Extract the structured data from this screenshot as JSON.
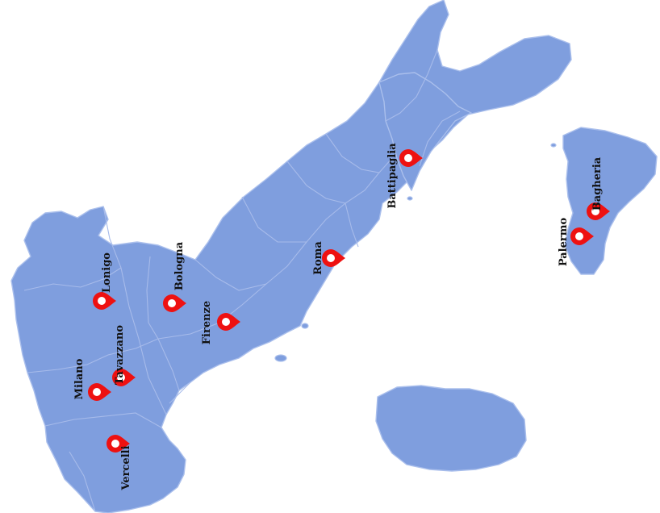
{
  "map": {
    "land_color": "#7f9ede",
    "border_color": "#aabfec",
    "marker_color": "#ee1111",
    "marker_icon": "map-pin-icon"
  },
  "cities": [
    {
      "id": "vercelli",
      "label": "Vercelli"
    },
    {
      "id": "milano",
      "label": "Milano"
    },
    {
      "id": "tavazzano",
      "label": "Tavazzano"
    },
    {
      "id": "lonigo",
      "label": "Lonigo"
    },
    {
      "id": "bologna",
      "label": "Bologna"
    },
    {
      "id": "firenze",
      "label": "Firenze"
    },
    {
      "id": "roma",
      "label": "Roma"
    },
    {
      "id": "battipaglia",
      "label": "Battipaglia"
    },
    {
      "id": "palermo",
      "label": "Palermo"
    },
    {
      "id": "bagheria",
      "label": "Bagheria"
    }
  ]
}
